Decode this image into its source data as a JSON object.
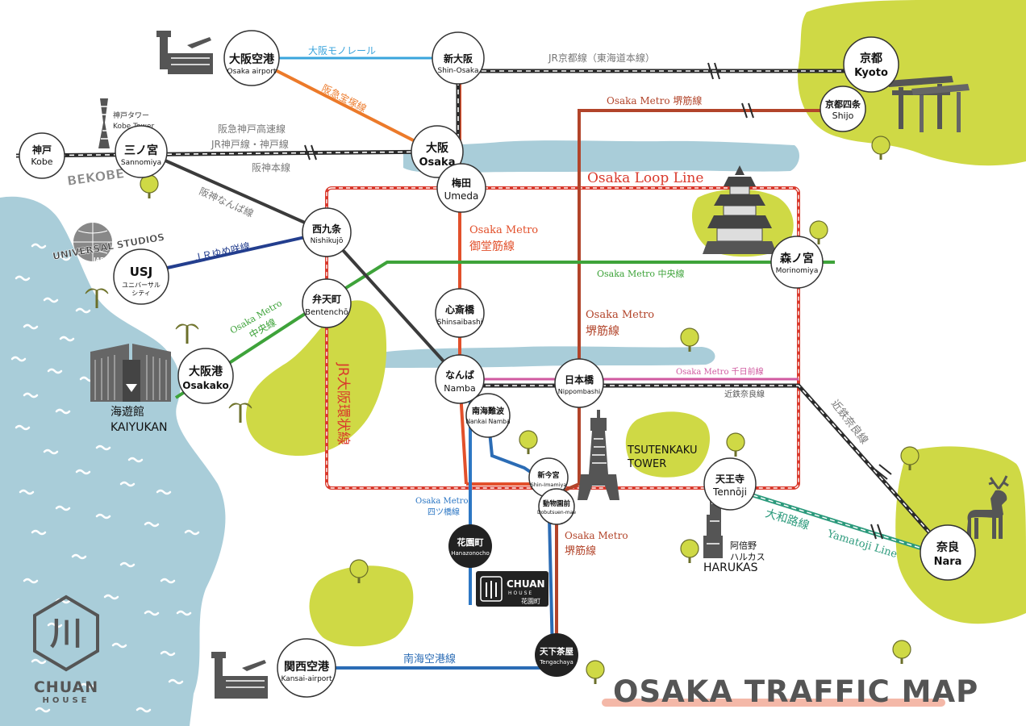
{
  "title": "OSAKA TRAFFIC MAP",
  "brand": {
    "name": "CHUAN",
    "sub": "HOUSE",
    "mark": "川",
    "badge_name": "CHUAN",
    "badge_sub": "HOUSE",
    "badge_area": "花園町"
  },
  "colors": {
    "water": "#a9cdd9",
    "green": "#cfd945",
    "loop": "#d9392c",
    "midosuji": "#e2502b",
    "sakaisuji": "#b2442a",
    "chuo": "#3ea33a",
    "yotsubashi": "#2d77c4",
    "sennichimae": "#d05aa0",
    "yumesaki": "#233e8e",
    "monorail": "#3aa4dc",
    "takarazuka": "#ec7a2a",
    "yamatoji": "#2c9a7c",
    "nankai": "#2b6cb5",
    "hanshin_namba": "#3b3b3b"
  },
  "stations": {
    "osaka_airport": {
      "jp": "大阪空港",
      "en": "Osaka airport"
    },
    "shin_osaka": {
      "jp": "新大阪",
      "en": "Shin-Osaka"
    },
    "kyoto": {
      "jp": "京都",
      "en": "Kyoto"
    },
    "shijo": {
      "jp": "京都四条",
      "en": "Shijo"
    },
    "kobe": {
      "jp": "神戸",
      "en": "Kobe"
    },
    "sannomiya": {
      "jp": "三ノ宮",
      "en": "Sannomiya"
    },
    "osaka": {
      "jp": "大阪",
      "en": "Osaka"
    },
    "umeda": {
      "jp": "梅田",
      "en": "Umeda"
    },
    "nishikujo": {
      "jp": "西九条",
      "en": "Nishikujō"
    },
    "usj": {
      "jp": "USJ",
      "en1": "ユニバーサル",
      "en2": "シティ"
    },
    "morinomiya": {
      "jp": "森ノ宮",
      "en": "Morinomiya"
    },
    "bentencho": {
      "jp": "弁天町",
      "en": "Bentenchō"
    },
    "shinsaibashi": {
      "jp": "心斎橋",
      "en": "Shinsaibashi"
    },
    "osakako": {
      "jp": "大阪港",
      "en": "Osakako"
    },
    "namba": {
      "jp": "なんば",
      "en": "Namba"
    },
    "nipponbashi": {
      "jp": "日本橋",
      "en": "Nippombashi"
    },
    "nankai_namba": {
      "jp": "南海難波",
      "en": "Nankai Namba"
    },
    "shin_imamiya": {
      "jp": "新今宮",
      "en": "Shin-Imamiya"
    },
    "dobutsuen": {
      "jp": "動物園前",
      "en": "Dobutsuen-mae"
    },
    "tennoji": {
      "jp": "天王寺",
      "en": "Tennōji"
    },
    "hanazonocho": {
      "jp": "花園町",
      "en": "Hanazonocho"
    },
    "nara": {
      "jp": "奈良",
      "en": "Nara"
    },
    "tengachaya": {
      "jp": "天下茶屋",
      "en": "Tengachaya"
    },
    "kansai_airport": {
      "jp": "関西空港",
      "en": "Kansai-airport"
    }
  },
  "lines": {
    "monorail": "大阪モノレール",
    "jr_kyoto": "JR京都線（東海道本線）",
    "hankyu_takarazuka": "阪急宝塚線",
    "sakaisuji_top": "Osaka Metro 堺筋線",
    "hankyu_kobe": "阪急神戸高速線",
    "jr_kobe": "JR神戸線・神戸線",
    "hanshin_main": "阪神本線",
    "hanshin_namba": "阪神なんば線",
    "loop_line": "Osaka Loop Line",
    "jr_yumesaki": "ＪＲゆめ咲線",
    "midosuji_1": "Osaka Metro",
    "midosuji_2": "御堂筋線",
    "chuo_right": "Osaka Metro 中央線",
    "chuo_left_1": "Osaka Metro",
    "chuo_left_2": "中央線",
    "sakaisuji_mid_1": "Osaka Metro",
    "sakaisuji_mid_2": "堺筋線",
    "sennichimae": "Osaka Metro  千日前線",
    "kintetsu_nara_small": "近鉄奈良線",
    "kintetsu_nara_diag": "近鉄奈良線",
    "jr_loop_vertical": "JR大阪環状線",
    "yotsubashi_1": "Osaka Metro",
    "yotsubashi_2": "四ツ橋線",
    "sakaisuji_bottom_1": "Osaka Metro",
    "sakaisuji_bottom_2": "堺筋線",
    "yamatoji_jp": "大和路線",
    "yamatoji_en": "Yamatoji Line",
    "nankai_airport": "南海空港線"
  },
  "landmarks": {
    "kobe_tower_jp": "神戸タワー",
    "kobe_tower_en": "Kobe Tower",
    "bekobe": "BEKOBE",
    "universal_1": "UNIVERSAL STUDIOS",
    "universal_2": "JAPAN",
    "kaiyukan_jp": "海遊館",
    "kaiyukan_en": "KAIYUKAN",
    "tsutenkaku_1": "TSUTENKAKU",
    "tsutenkaku_2": "TOWER",
    "harukas_jp1": "阿倍野",
    "harukas_jp2": "ハルカス",
    "harukas_en": "HARUKAS"
  }
}
